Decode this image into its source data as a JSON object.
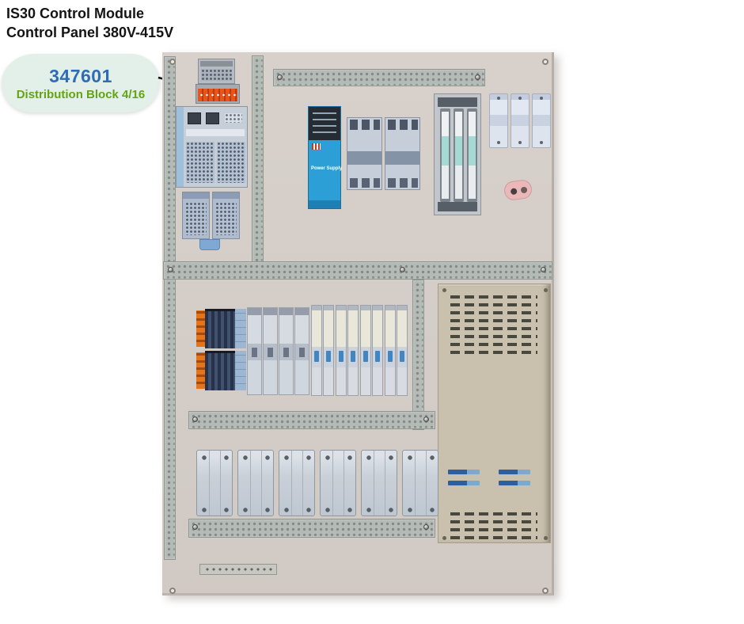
{
  "header": {
    "title_line1": "IS30 Control Module",
    "title_line2": "Control Panel 380V-415V"
  },
  "callout": {
    "part_number": "347601",
    "label": "Distribution Block 4/16"
  },
  "components": {
    "power_supply_label": "Power Supply"
  },
  "icons": {
    "callout_arrow": "arrow-right-icon"
  },
  "colors": {
    "title_text": "#141414",
    "part_number_blue": "#2e6cb5",
    "callout_label_green": "#64a413",
    "callout_bubble_mint": "#e3f0e9",
    "panel_beige": "#d5cec8",
    "din_rail_gray": "#b4bab6",
    "power_supply_blue": "#2b9fd6",
    "distribution_block_orange": "#d9481a",
    "enclosure_khaki": "#c9c0ae",
    "indicator_pink": "#eab8b8",
    "breaker_toggle_blue": "#3f86c2"
  }
}
